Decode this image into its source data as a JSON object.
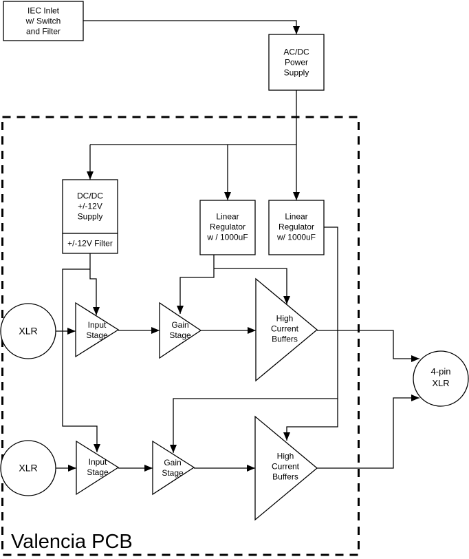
{
  "colors": {
    "line": "#000000",
    "background": "#ffffff"
  },
  "board_label": "Valencia PCB",
  "power_chain": {
    "iec_inlet": "IEC Inlet\nw/ Switch\nand Filter",
    "acdc_supply": "AC/DC\nPower\nSupply",
    "dcdc_supply": "DC/DC\n+/-12V\nSupply",
    "dcdc_filter": "+/-12V Filter",
    "linear_regulator_1": "Linear\nRegulator\nw / 1000uF",
    "linear_regulator_2": "Linear\nRegulator\nw/ 1000uF"
  },
  "channel_1": {
    "input_connector": "XLR",
    "input_stage": "Input\nStage",
    "gain_stage": "Gain\nStage",
    "buffers": "High\nCurrent\nBuffers"
  },
  "channel_2": {
    "input_connector": "XLR",
    "input_stage": "Input\nStage",
    "gain_stage": "Gain\nStage",
    "buffers": "High\nCurrent\nBuffers"
  },
  "output_connector": "4-pin\nXLR"
}
